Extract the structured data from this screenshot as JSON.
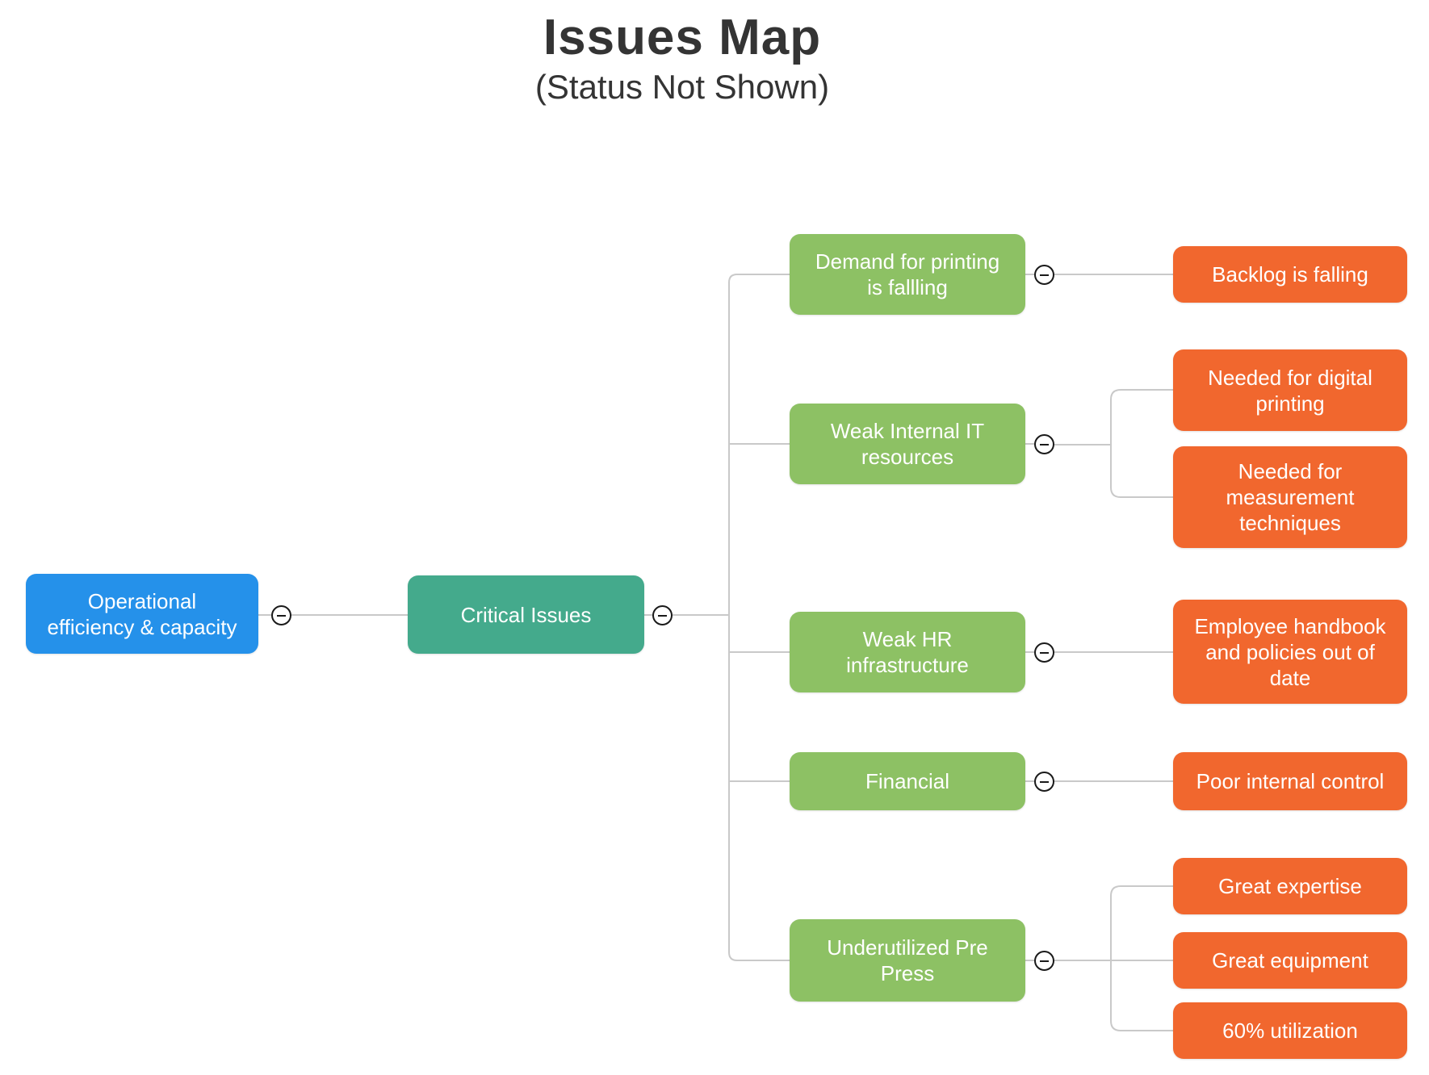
{
  "header": {
    "title": "Issues Map",
    "subtitle": "(Status Not Shown)"
  },
  "colors": {
    "root_node": "#2591ea",
    "branch_node": "#44aa8c",
    "topic_node": "#8dc164",
    "subtopic_node": "#f1672e",
    "connector": "#c9c9c9",
    "node_text": "#ffffff",
    "title_text": "#343434"
  },
  "mindmap": {
    "root": {
      "label": "Operational\nefficiency & capacity",
      "children": [
        {
          "label": "Critical Issues",
          "children": [
            {
              "label": "Demand for printing\nis fallling",
              "children": [
                {
                  "label": "Backlog is falling"
                }
              ]
            },
            {
              "label": "Weak Internal IT\nresources",
              "children": [
                {
                  "label": "Needed for digital\nprinting"
                },
                {
                  "label": "Needed for\nmeasurement\ntechniques"
                }
              ]
            },
            {
              "label": "Weak HR\ninfrastructure",
              "children": [
                {
                  "label": "Employee handbook\nand policies out of\ndate"
                }
              ]
            },
            {
              "label": "Financial",
              "children": [
                {
                  "label": "Poor internal control"
                }
              ]
            },
            {
              "label": "Underutilized Pre\nPress",
              "children": [
                {
                  "label": "Great expertise"
                },
                {
                  "label": "Great equipment"
                },
                {
                  "label": "60% utilization"
                }
              ]
            }
          ]
        }
      ]
    }
  }
}
